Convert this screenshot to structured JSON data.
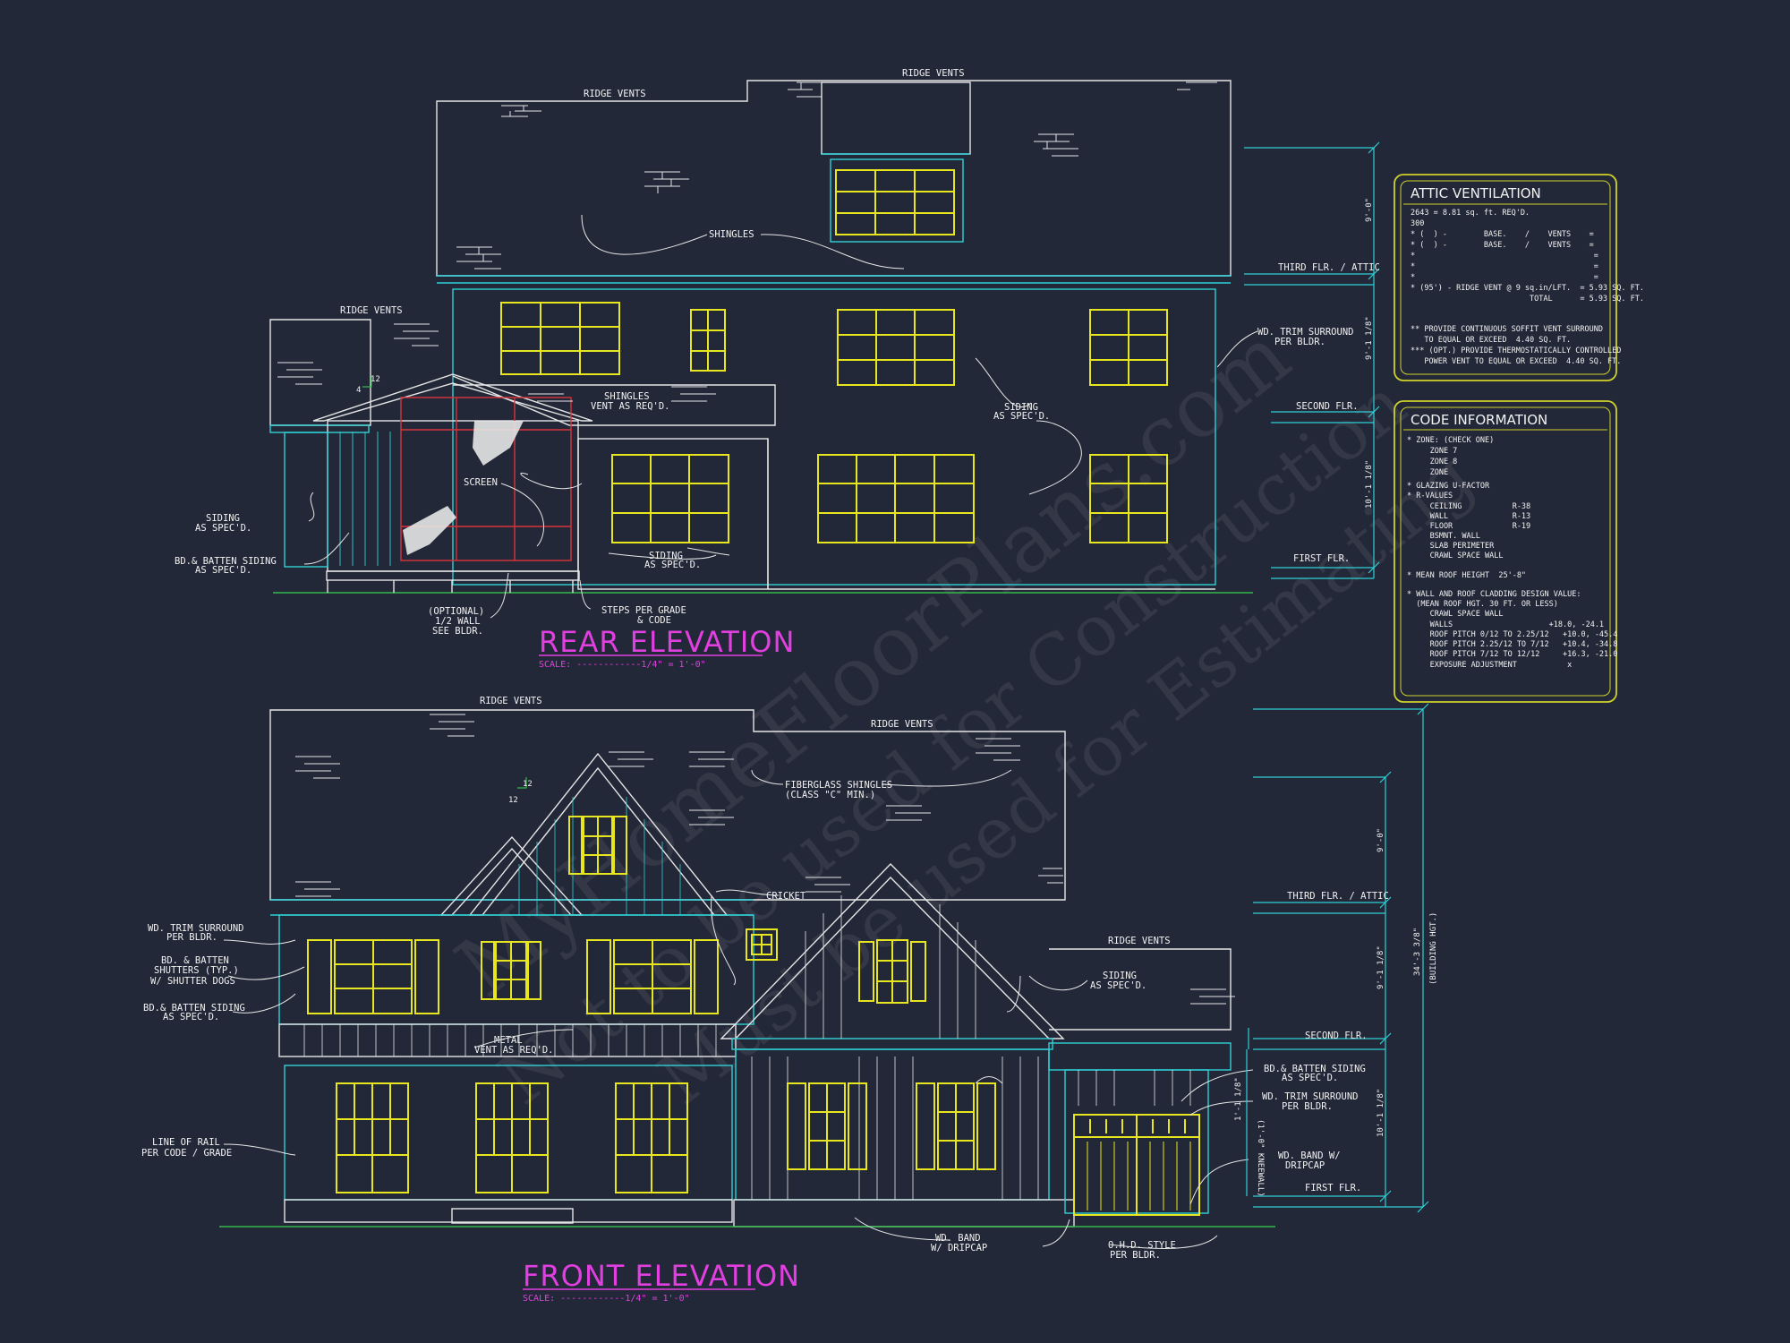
{
  "watermark": {
    "line1": "MyHomeFloorPlans.com",
    "line2": "Not to be used for Construction",
    "line3": "Must be used for Estimating"
  },
  "colors": {
    "background": "#232838",
    "outline": "#e6e6e6",
    "dimension": "#2fd0d6",
    "window": "#e8e61e",
    "screen": "#d8333b",
    "ground": "#34b84a",
    "title": "#e23fe0",
    "panel_border": "#cfd12a"
  },
  "rear": {
    "title": "REAR ELEVATION",
    "scale": "SCALE: ------------1/4\" = 1'-0\"",
    "labels": {
      "ridge_vents_top": "RIDGE VENTS",
      "ridge_vents_main": "RIDGE VENTS",
      "ridge_vents_left": "RIDGE VENTS",
      "shingles": "SHINGLES",
      "shingles_vent_1": "SHINGLES",
      "shingles_vent_2": "VENT AS REQ'D.",
      "screen": "SCREEN",
      "siding_left_1": "SIDING",
      "siding_left_2": "AS SPEC'D.",
      "bd_batten_1": "BD.& BATTEN SIDING",
      "bd_batten_2": "AS SPEC'D.",
      "siding_mid_1": "SIDING",
      "siding_mid_2": "AS SPEC'D.",
      "siding_right_1": "SIDING",
      "siding_right_2": "AS SPEC'D.",
      "optional_1": "(OPTIONAL)",
      "optional_2": "1/2 WALL",
      "optional_3": "SEE BLDR.",
      "steps_1": "STEPS PER GRADE",
      "steps_2": "& CODE",
      "trim_1": "WD. TRIM SURROUND",
      "trim_2": "PER BLDR.",
      "pitch_12": "12",
      "pitch_4": "4"
    },
    "levels": {
      "third": "THIRD FLR. / ATTIC",
      "second": "SECOND FLR.",
      "first": "FIRST FLR."
    },
    "dims": {
      "top": "9'-0\"",
      "mid": "9'-1 1/8\"",
      "low": "10'-1 1/8\""
    }
  },
  "front": {
    "title": "FRONT ELEVATION",
    "scale": "SCALE: ------------1/4\" = 1'-0\"",
    "labels": {
      "ridge_vents_left": "RIDGE VENTS",
      "ridge_vents_right": "RIDGE VENTS",
      "ridge_vents_garage": "RIDGE VENTS",
      "fiberglass_1": "FIBERGLASS SHINGLES",
      "fiberglass_2": "(CLASS \"C\" MIN.)",
      "cricket": "CRICKET",
      "trim_left_1": "WD. TRIM SURROUND",
      "trim_left_2": "PER BLDR.",
      "shutters_1": "BD. & BATTEN",
      "shutters_2": "SHUTTERS (TYP.)",
      "shutters_3": "W/ SHUTTER DOGS",
      "bd_batten_left_1": "BD.& BATTEN SIDING",
      "bd_batten_left_2": "AS SPEC'D.",
      "metal_1": "METAL",
      "metal_2": "VENT AS REQ'D.",
      "siding_1": "SIDING",
      "siding_2": "AS SPEC'D.",
      "bd_batten_right_1": "BD.& BATTEN SIDING",
      "bd_batten_right_2": "AS SPEC'D.",
      "trim_right_1": "WD. TRIM SURROUND",
      "trim_right_2": "PER BLDR.",
      "band_right_1": "WD. BAND W/",
      "band_right_2": "DRIPCAP",
      "rail_1": "LINE OF RAIL",
      "rail_2": "PER CODE / GRADE",
      "band_bottom_1": "WD. BAND",
      "band_bottom_2": "W/ DRIPCAP",
      "ohd_1": "O.H.D. STYLE",
      "ohd_2": "PER BLDR.",
      "pitch_12a": "12",
      "pitch_12b": "12",
      "knee_wall": "(1'-0\" KNEEWALL)",
      "building_hgt": "(BUILDING HGT.)"
    },
    "levels": {
      "third": "THIRD FLR. / ATTIC",
      "second": "SECOND FLR.",
      "first": "FIRST FLR."
    },
    "dims": {
      "top": "9'-0\"",
      "mid": "9'-1 1/8\"",
      "low": "10'-1 1/8\"",
      "knee": "1'-1 1/8\"",
      "total": "34'-3 3/8\""
    }
  },
  "attic": {
    "heading": "ATTIC VENTILATION",
    "lines": [
      "2643 = 8.81 sq. ft. REQ'D.",
      "300",
      "* (  ) -        BASE.    /    VENTS    =",
      "* (  ) -        BASE.    /    VENTS    =",
      "*                                       =",
      "*                                       =",
      "*                                       =",
      "* (95') - RIDGE VENT @ 9 sq.in/LFT.  = 5.93 SQ. FT.",
      "                          TOTAL      = 5.93 SQ. FT."
    ],
    "notes": [
      "** PROVIDE CONTINUOUS SOFFIT VENT SURROUND",
      "   TO EQUAL OR EXCEED  4.40 SQ. FT.",
      "*** (OPT.) PROVIDE THERMOSTATICALLY CONTROLLED",
      "   POWER VENT TO EQUAL OR EXCEED  4.40 SQ. FT."
    ]
  },
  "code": {
    "heading": "CODE INFORMATION",
    "lines": [
      "* ZONE: (CHECK ONE)",
      "     ZONE 7",
      "     ZONE 8",
      "     ZONE",
      "* GLAZING U-FACTOR",
      "* R-VALUES",
      "     CEILING           R-38",
      "     WALL              R-13",
      "     FLOOR             R-19",
      "     BSMNT. WALL",
      "     SLAB PERIMETER",
      "     CRAWL SPACE WALL",
      "",
      "* MEAN ROOF HEIGHT  25'-8\"",
      "",
      "* WALL AND ROOF CLADDING DESIGN VALUE:",
      "  (MEAN ROOF HGT. 30 FT. OR LESS)",
      "     CRAWL SPACE WALL",
      "     WALLS                     +18.0, -24.1",
      "     ROOF PITCH 0/12 TO 2.25/12   +10.0, -45.4",
      "     ROOF PITCH 2.25/12 TO 7/12   +10.4, -34.8",
      "     ROOF PITCH 7/12 TO 12/12     +16.3, -21.0",
      "     EXPOSURE ADJUSTMENT           x"
    ]
  }
}
